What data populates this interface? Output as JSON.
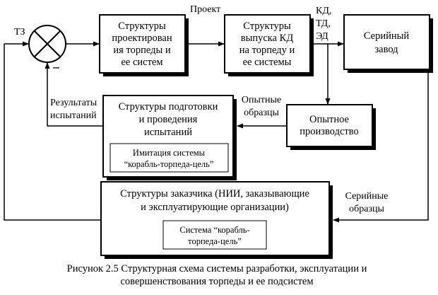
{
  "blocks": {
    "design": {
      "lines": [
        "Структуры",
        "проектирован",
        "ия торпеды и",
        "ее систем"
      ]
    },
    "release": {
      "lines": [
        "Структуры",
        "выпуска  КД",
        "на торпеду и",
        "ее системы"
      ]
    },
    "serial": {
      "lines": [
        "Серийный",
        "завод"
      ]
    },
    "pilot": {
      "lines": [
        "Опытное",
        "производство"
      ]
    },
    "testing": {
      "lines": [
        "Структуры подготовки",
        "и проведения",
        "испытаний"
      ]
    },
    "imitation": {
      "lines": [
        "Имитация системы",
        "“корабль-торпеда-цель”"
      ]
    },
    "customer": {
      "lines": [
        "Структуры заказчика (НИИ, заказывающие",
        "и эксплуатирующие организации)"
      ]
    },
    "system": {
      "lines": [
        "Система “корабль-",
        "торпеда-цель”"
      ]
    }
  },
  "labels": {
    "tz": "ТЗ",
    "minus": "–",
    "project": "Проект",
    "docs": [
      "КД,",
      "ТД,",
      "ЭД"
    ],
    "prototypes": [
      "Опытные",
      "образцы"
    ],
    "test_results": [
      "Результаты",
      "испытаний"
    ],
    "serial_samples": [
      "Серийные",
      "образцы"
    ]
  },
  "caption": [
    "Рисунок 2.5 Структурная схема системы разработки, эксплуатации и",
    "совершенствования торпеды и ее подсистем"
  ]
}
